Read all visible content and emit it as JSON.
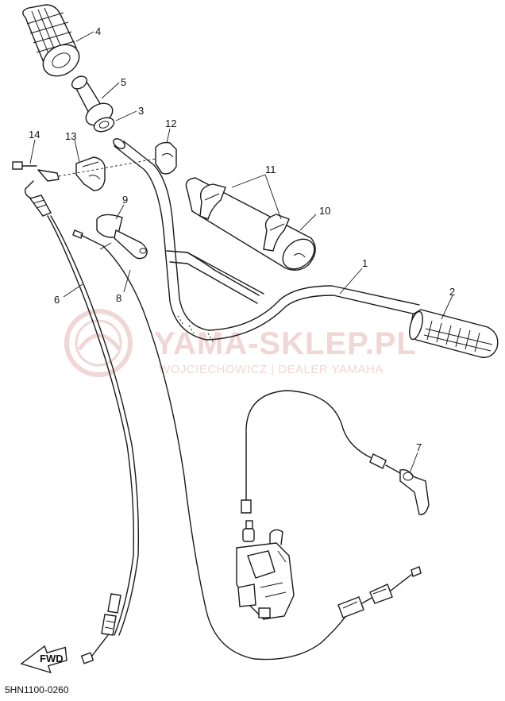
{
  "diagram": {
    "reference_code": "5HN1100-0260",
    "direction_arrow_label": "FWD",
    "watermark": {
      "title": "YAMA-SKLEP.PL",
      "subtitle": "WOJCIECHOWICZ | DEALER YAMAHA",
      "color": "#f1d6d6"
    },
    "callouts": [
      "1",
      "2",
      "3",
      "4",
      "5",
      "6",
      "7",
      "8",
      "9",
      "10",
      "11",
      "12",
      "13",
      "14"
    ]
  }
}
